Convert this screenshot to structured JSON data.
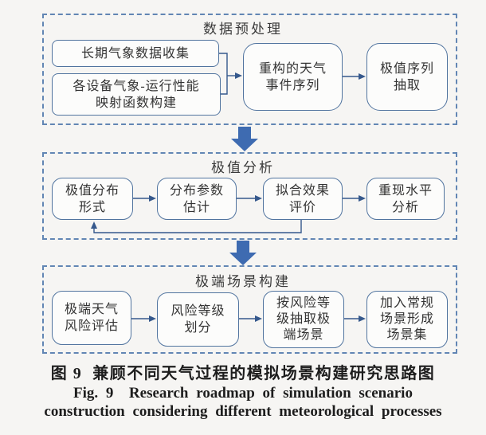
{
  "sections": [
    {
      "title": "数据预处理",
      "boxes": [
        {
          "label": "长期气象数据收集"
        },
        {
          "label": "各设备气象-运行性能\n映射函数构建"
        },
        {
          "label": "重构的天气\n事件序列"
        },
        {
          "label": "极值序列\n抽取"
        }
      ]
    },
    {
      "title": "极值分析",
      "boxes": [
        {
          "label": "极值分布\n形式"
        },
        {
          "label": "分布参数\n估计"
        },
        {
          "label": "拟合效果\n评价"
        },
        {
          "label": "重现水平\n分析"
        }
      ]
    },
    {
      "title": "极端场景构建",
      "boxes": [
        {
          "label": "极端天气\n风险评估"
        },
        {
          "label": "风险等级\n划分"
        },
        {
          "label": "按风险等\n级抽取极\n端场景"
        },
        {
          "label": "加入常规\n场景形成\n场景集"
        }
      ]
    }
  ],
  "caption": {
    "zh": "图 9  兼顾不同天气过程的模拟场景构建研究思路图",
    "en_line1": "Fig. 9  Research roadmap of simulation scenario",
    "en_line2": "construction considering different meteorological processes"
  },
  "colors": {
    "dashed_border": "#6286b4",
    "box_border": "#51749f",
    "connector": "#35588c",
    "block_arrow": "#3e6bb1",
    "text": "#3b3b3b"
  }
}
